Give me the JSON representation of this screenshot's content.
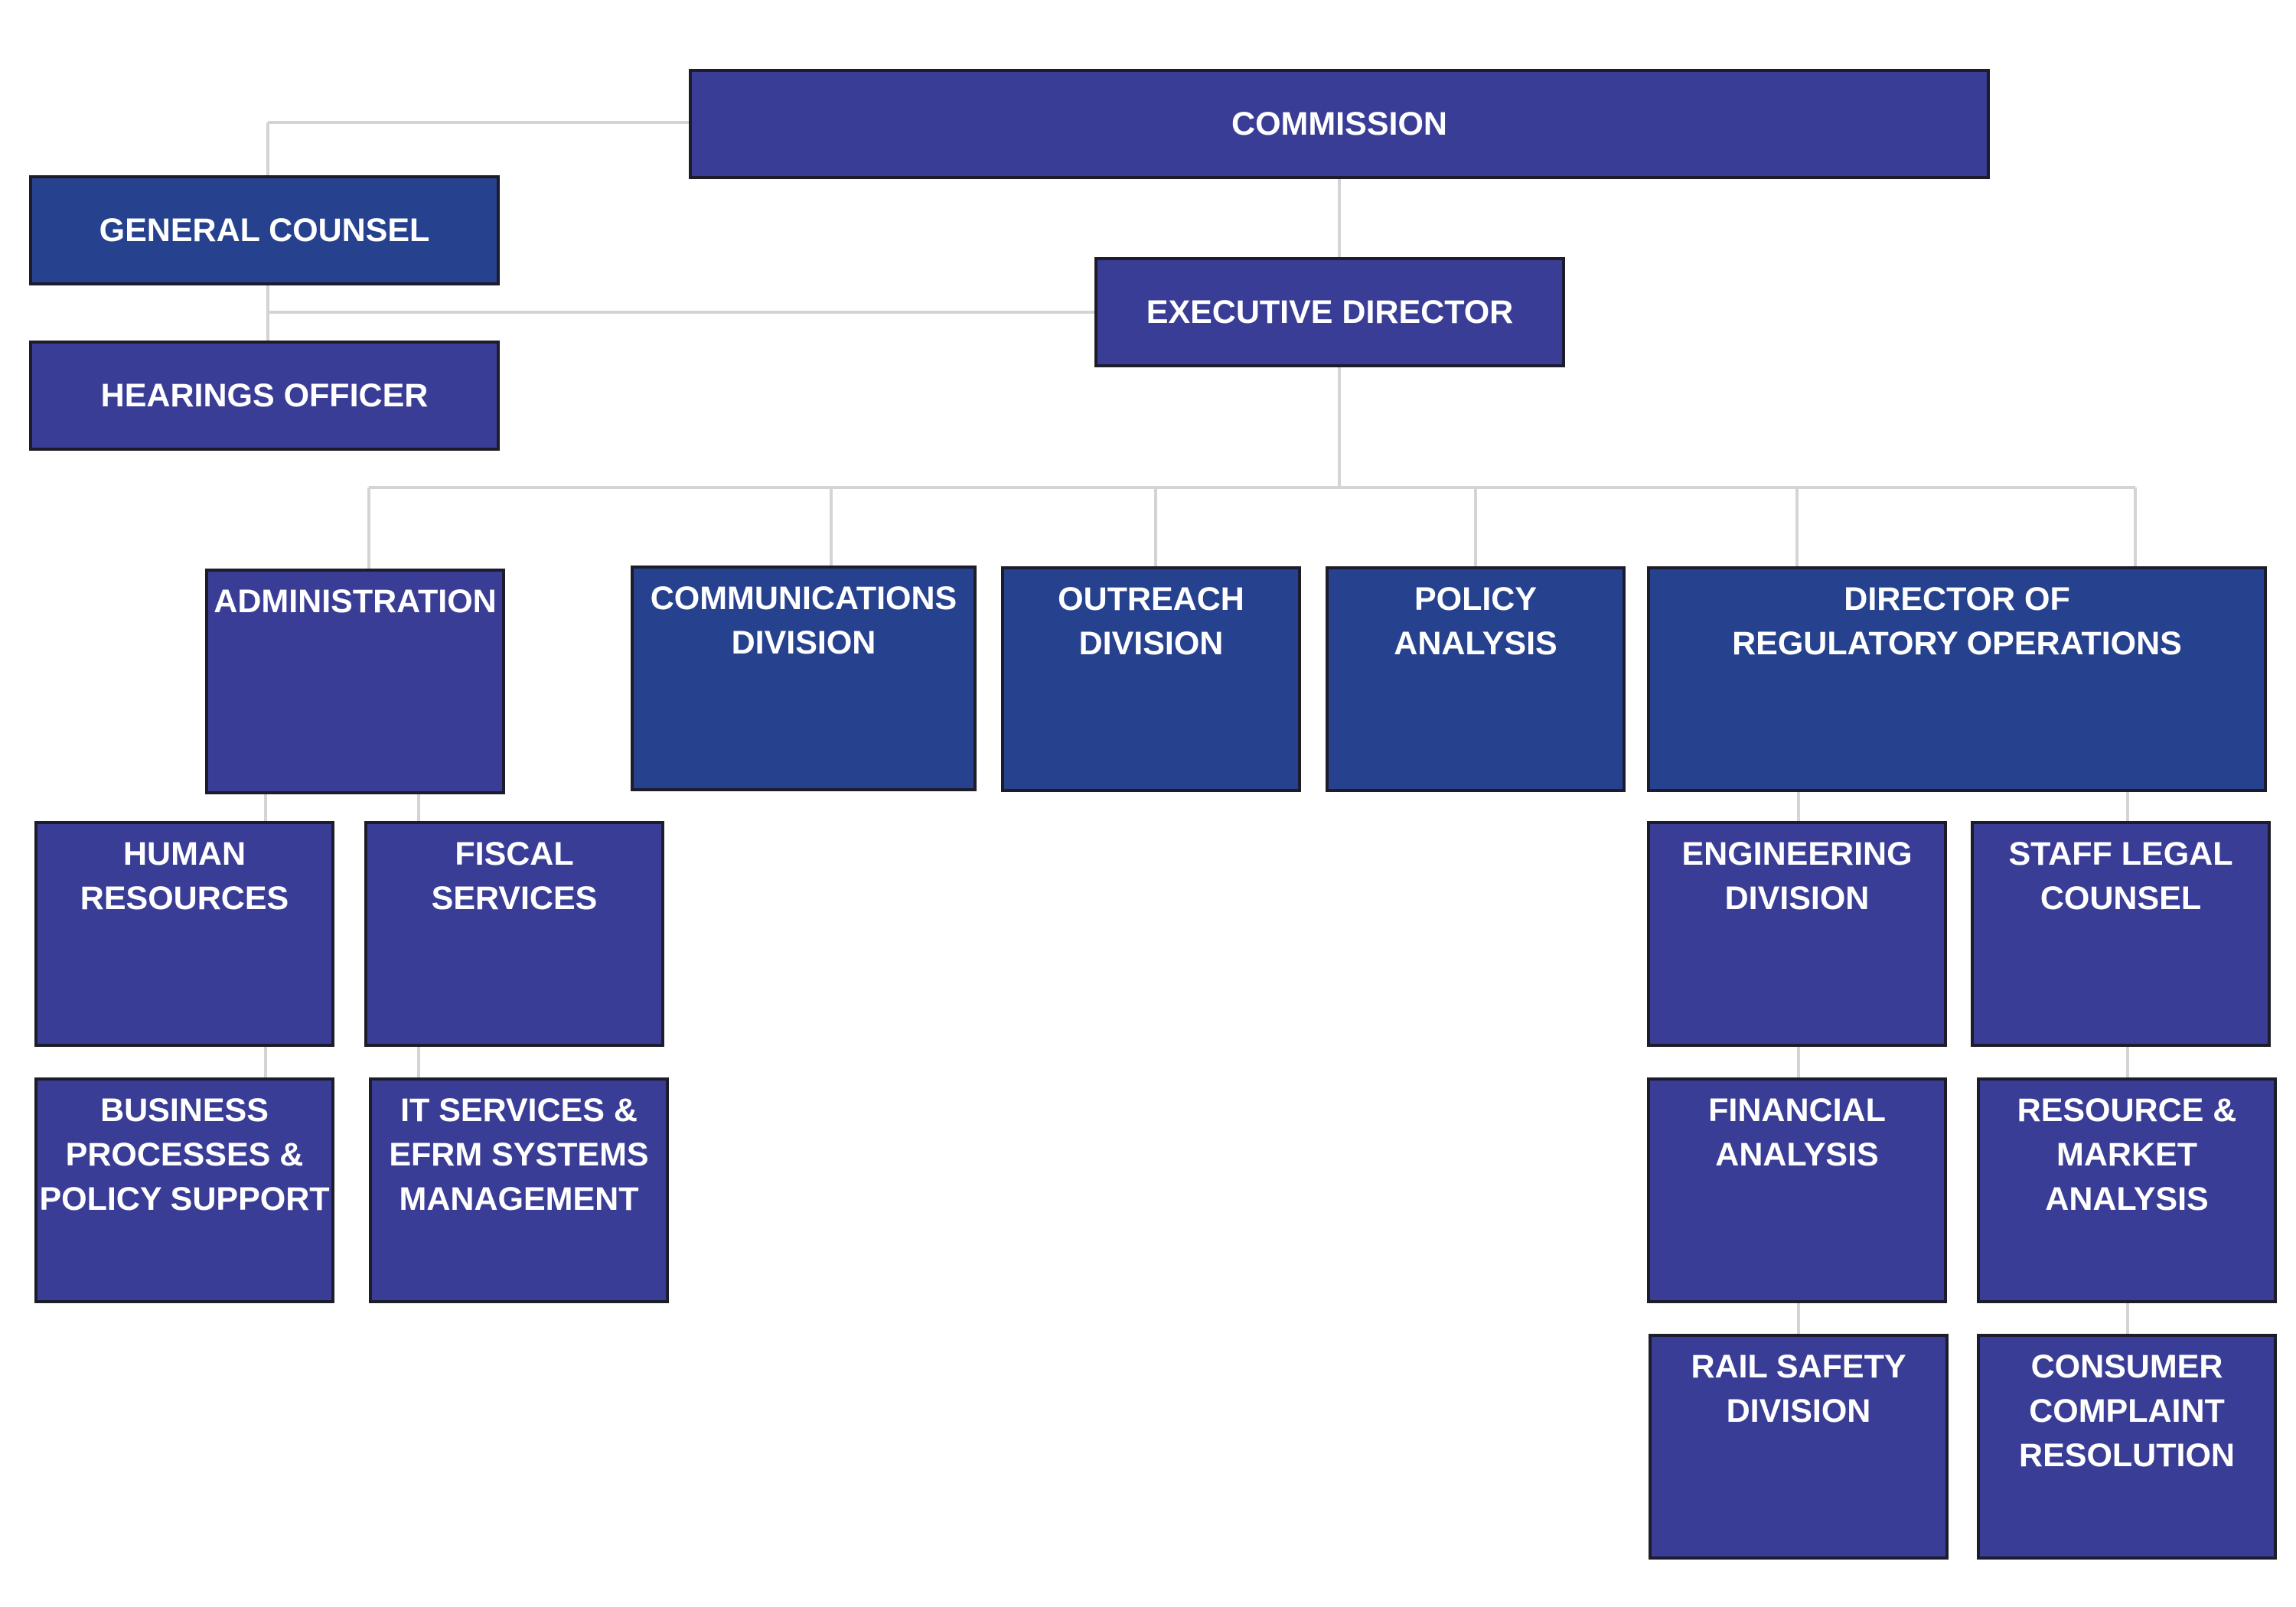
{
  "colors": {
    "violet": "#3a3d95",
    "navy": "#26418e",
    "connector": "#d4d4d4",
    "text": "#ffffff"
  },
  "org": {
    "commission": "COMMISSION",
    "general_counsel": "GENERAL COUNSEL",
    "hearings_officer": "HEARINGS OFFICER",
    "executive_director": "EXECUTIVE DIRECTOR",
    "administration": "ADMINISTRATION",
    "communications": [
      "COMMUNICATIONS",
      "DIVISION"
    ],
    "outreach": [
      "OUTREACH",
      "DIVISION"
    ],
    "policy": [
      "POLICY",
      "ANALYSIS"
    ],
    "dro": [
      "DIRECTOR OF",
      "REGULATORY OPERATIONS"
    ],
    "hr": [
      "HUMAN",
      "RESOURCES"
    ],
    "fiscal": [
      "FISCAL",
      "SERVICES"
    ],
    "business": [
      "BUSINESS",
      "PROCESSES &",
      "POLICY SUPPORT"
    ],
    "it": [
      "IT SERVICES &",
      "EFRM SYSTEMS",
      "MANAGEMENT"
    ],
    "engineering": [
      "ENGINEERING",
      "DIVISION"
    ],
    "staff_legal": [
      "STAFF LEGAL",
      "COUNSEL"
    ],
    "financial": [
      "FINANCIAL",
      "ANALYSIS"
    ],
    "resource": [
      "RESOURCE &",
      "MARKET",
      "ANALYSIS"
    ],
    "rail": [
      "RAIL SAFETY",
      "DIVISION"
    ],
    "consumer": [
      "CONSUMER",
      "COMPLAINT",
      "RESOLUTION"
    ]
  }
}
